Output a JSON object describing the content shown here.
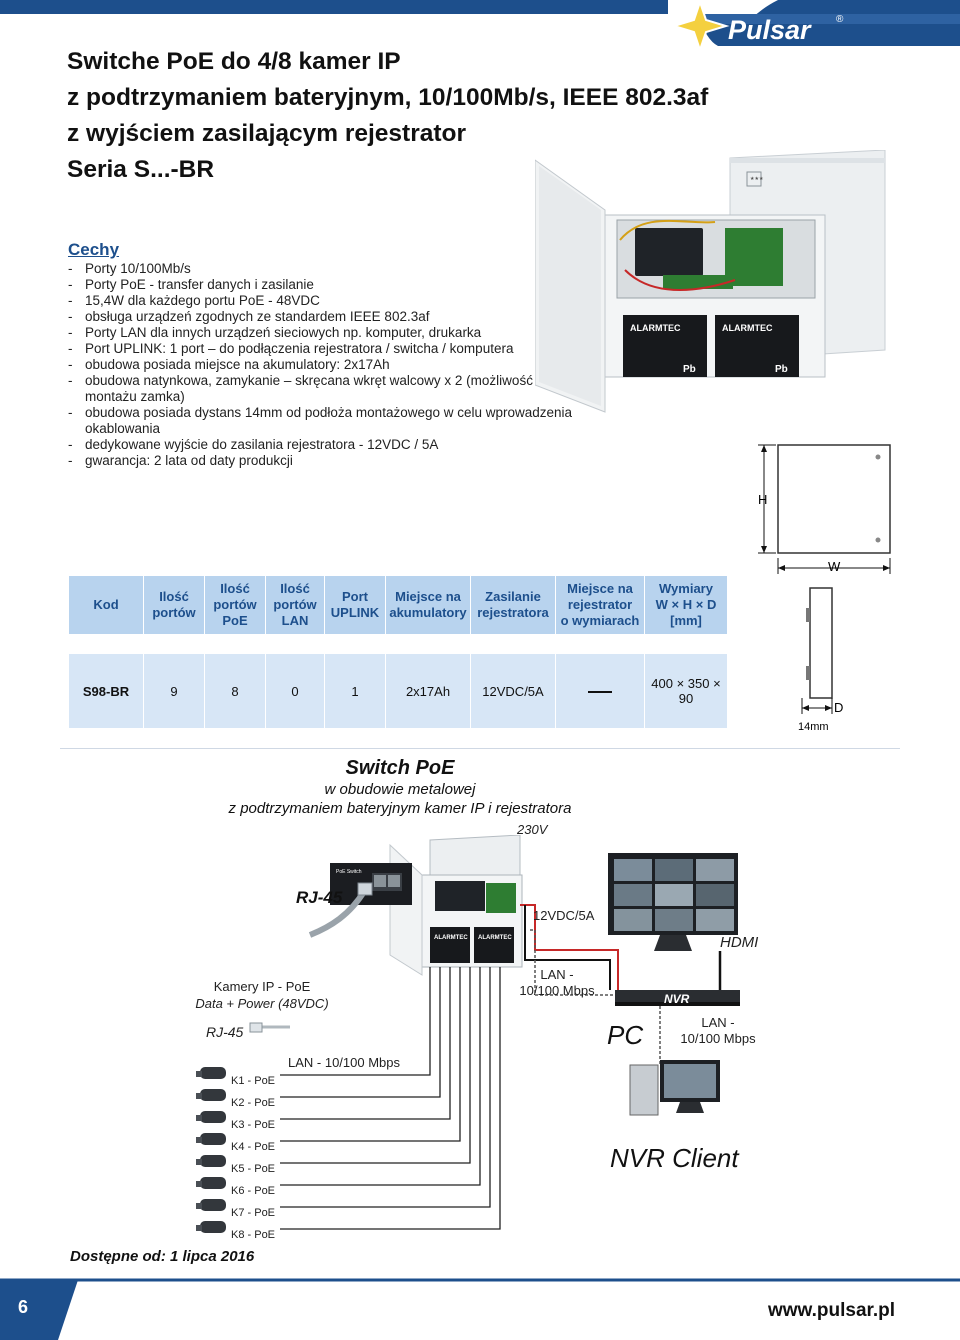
{
  "brand": {
    "logo_text": "Pulsar",
    "registered": "®",
    "url": "www.pulsar.pl",
    "page_number": "6",
    "colors": {
      "brand_blue": "#1d4f8c",
      "table_header": "#b8d3ee",
      "table_row": "#d7e6f6",
      "logo_star": "#f4d03f"
    }
  },
  "title_lines": [
    "Switche PoE do 4/8 kamer IP",
    "z podtrzymaniem bateryjnym, 10/100Mb/s, IEEE 802.3af",
    "z wyjściem zasilającym rejestrator",
    "Seria S...-BR"
  ],
  "features": {
    "heading": "Cechy",
    "items": [
      "Porty 10/100Mb/s",
      "Porty PoE - transfer danych i zasilanie",
      "15,4W dla każdego portu PoE - 48VDC",
      "obsługa urządzeń zgodnych ze standardem IEEE 802.3af",
      "Porty LAN dla innych urządzeń sieciowych np. komputer, drukarka",
      "Port UPLINK: 1 port – do podłączenia rejestratora / switcha / komputera",
      "obudowa posiada miejsce na akumulatory: 2x17Ah",
      "obudowa natynkowa, zamykanie – skręcana wkręt walcowy x 2 (możliwość montażu zamka)",
      "obudowa posiada dystans 14mm od podłoża montażowego w celu wprowadzenia okablowania",
      "dedykowane wyjście do zasilania rejestratora - 12VDC / 5A",
      "gwarancja: 2 lata od daty produkcji"
    ]
  },
  "table": {
    "headers": [
      [
        "Kod"
      ],
      [
        "Ilość",
        "portów"
      ],
      [
        "Ilość",
        "portów",
        "PoE"
      ],
      [
        "Ilość",
        "portów",
        "LAN"
      ],
      [
        "Port",
        "UPLINK"
      ],
      [
        "Miejsce na",
        "akumulatory"
      ],
      [
        "Zasilanie",
        "rejestratora"
      ],
      [
        "Miejsce na",
        "rejestrator",
        "o wymiarach"
      ],
      [
        "Wymiary",
        "W × H × D [mm]"
      ]
    ],
    "row": {
      "kod": "S98-BR",
      "porty": "9",
      "poe": "8",
      "lan": "0",
      "uplink": "1",
      "akumulatory": "2x17Ah",
      "zasilanie": "12VDC/5A",
      "miejsce": "",
      "wymiary": "400 × 350 × 90"
    }
  },
  "dimensions": {
    "h": "H",
    "w": "W",
    "d": "D",
    "spacer": "14mm"
  },
  "battery_label": {
    "brand": "ALARMTEC",
    "pb": "Pb"
  },
  "diagram": {
    "title": "Switch PoE",
    "subtitle1": "w obudowie metalowej",
    "subtitle2": "z podtrzymaniem bateryjnym kamer IP i rejestratora",
    "v230": "230V",
    "rj45_top": "RJ-45",
    "v12": "12VDC/5A",
    "hdmi": "HDMI",
    "cams": "Kamery IP - PoE",
    "cams2": "Data + Power (48VDC)",
    "lan_nvr": "LAN -",
    "lan_nvr2": "10/100 Mbps",
    "nvr": "NVR",
    "rj45_left": "RJ-45",
    "pc": "PC",
    "lan_pc": "LAN -",
    "lan_pc2": "10/100 Mbps",
    "lan_cams": "LAN - 10/100 Mbps",
    "nvr_client": "NVR Client",
    "poe_switch_label": "PoE Switch",
    "camera_labels": [
      "K1 - PoE",
      "K2 - PoE",
      "K3 - PoE",
      "K4 - PoE",
      "K5 - PoE",
      "K6 - PoE",
      "K7 - PoE",
      "K8 - PoE"
    ]
  },
  "availability": "Dostępne od: 1 lipca 2016"
}
